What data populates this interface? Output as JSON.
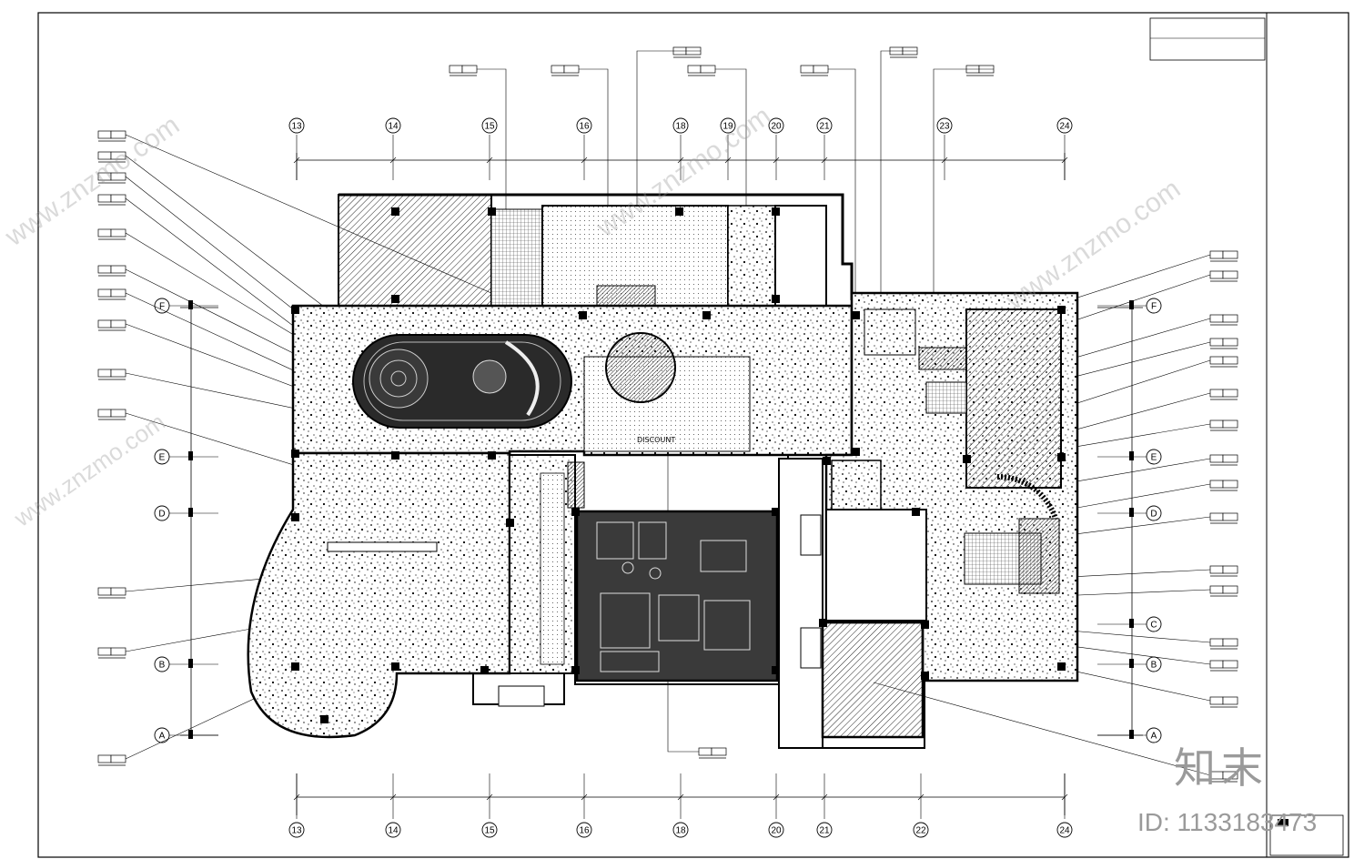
{
  "drawing": {
    "top_axes": [
      "13",
      "14",
      "15",
      "16",
      "18",
      "19",
      "20",
      "21",
      "23",
      "24"
    ],
    "bottom_axes": [
      "13",
      "14",
      "15",
      "16",
      "18",
      "20",
      "21",
      "22",
      "24"
    ],
    "left_axes": [
      "F",
      "E",
      "D",
      "B",
      "A"
    ],
    "right_axes": [
      "F",
      "E",
      "D",
      "C",
      "B",
      "A"
    ],
    "room_label": "DISCOUNT",
    "colors": {
      "line": "#000000",
      "hatch": "#333333",
      "background": "#ffffff"
    }
  },
  "watermark": {
    "site": "www.znzmo.com",
    "brand": "知末",
    "id_label": "ID: 1133183473"
  }
}
